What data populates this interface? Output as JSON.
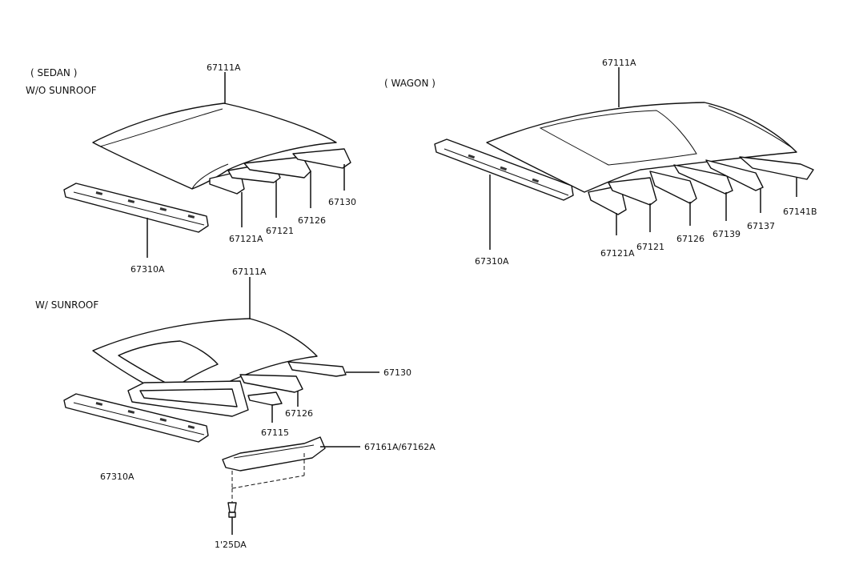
{
  "sections": {
    "sedan": {
      "header": "( SEDAN )",
      "subheader": "W/O SUNROOF"
    },
    "wagon": {
      "header": "( WAGON )"
    },
    "sunroof": {
      "header": "W/ SUNROOF"
    }
  },
  "labels": {
    "sedan_roof": "67111A",
    "sedan_rail": "67310A",
    "sedan_b1": "67121A",
    "sedan_b2": "67121",
    "sedan_b3": "67126",
    "sedan_b4": "67130",
    "wagon_roof": "67111A",
    "wagon_rail": "67310A",
    "wagon_b1": "67121A",
    "wagon_b2": "67121",
    "wagon_b3": "67126",
    "wagon_b4": "67139",
    "wagon_b5": "67137",
    "wagon_b6": "67141B",
    "sun_roof": "67111A",
    "sun_b4": "67130",
    "sun_b3": "67126",
    "sun_frame": "67115",
    "sun_rail": "67310A",
    "sun_drain": "67161A/67162A",
    "sun_clip": "1'25DA"
  }
}
